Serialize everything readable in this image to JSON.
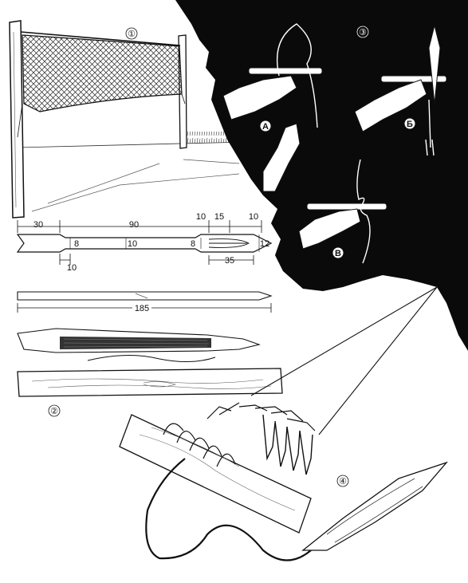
{
  "figures": {
    "fig1": {
      "number": "①"
    },
    "fig2": {
      "number": "②"
    },
    "fig3": {
      "number": "③",
      "steps": [
        "А",
        "Б",
        "В"
      ]
    },
    "fig4": {
      "number": "④"
    }
  },
  "dimensions": {
    "d30": "30",
    "d90": "90",
    "d10_top": "10",
    "d15": "15",
    "d10_right": "10",
    "d8_left": "8",
    "d10_mid": "10",
    "d8_right": "8",
    "d12": "12",
    "d10_bottom": "10",
    "d35": "35",
    "d185": "185"
  },
  "colors": {
    "ink": "#111111",
    "paper": "#ffffff",
    "net_fill": "#d9d9d9"
  }
}
